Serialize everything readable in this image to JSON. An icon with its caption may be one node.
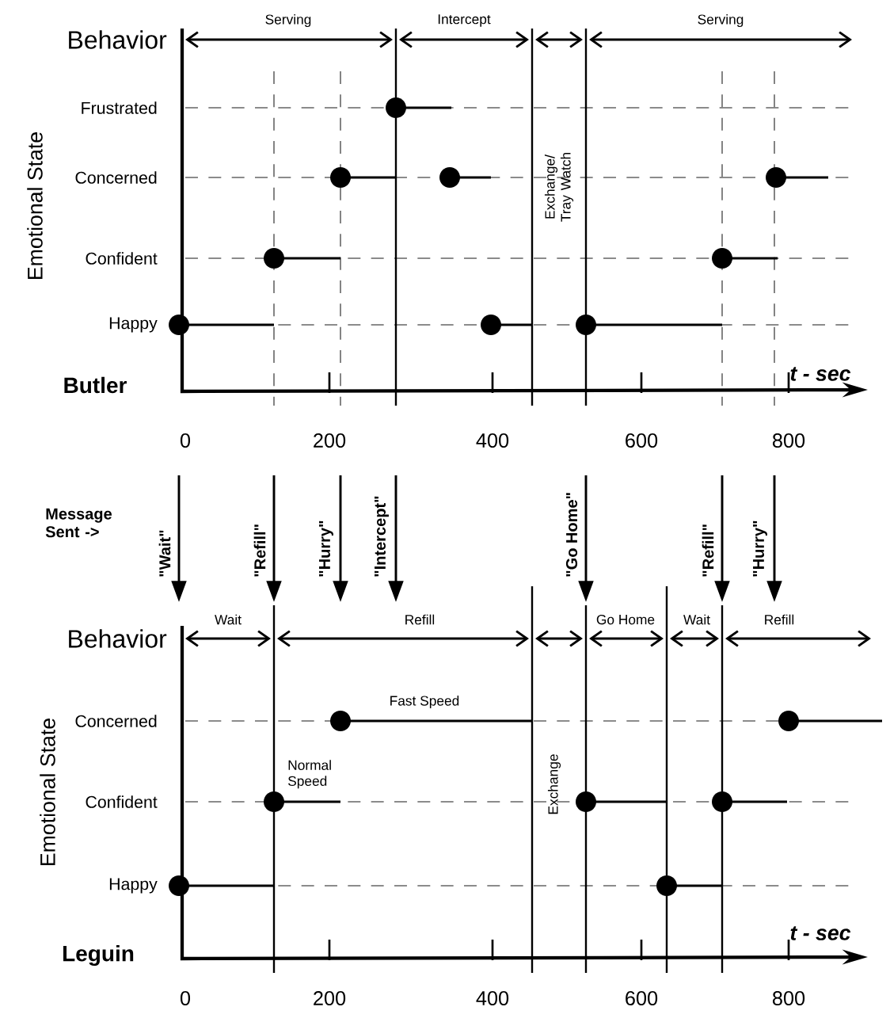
{
  "diagram": {
    "labels": [
      "Serving",
      "Intercept",
      "Serving",
      "Behavior",
      "Frustrated",
      "Concerned",
      "Exchange/ Tray Watch",
      "Emotional State",
      "Confident",
      "Happy",
      "Butler",
      "t - sec",
      "0",
      "200",
      "400",
      "600",
      "800",
      "Message Sent ->",
      "\"Wait\"",
      "\"Refill\"",
      "\"Hurry\"",
      "\"Intercept\"",
      "\"Go Home\"",
      "\"Refill\"",
      "\"Hurry\"",
      "Wait",
      "Refill",
      "Go Home",
      "Wait",
      "Refill",
      "Behavior",
      "Fast Speed",
      "Concerned",
      "Emotional State",
      "Normal Speed",
      "Exchange",
      "Confident",
      "Happy",
      "t - sec",
      "Leguin",
      "0",
      "200",
      "400",
      "600",
      "800"
    ]
  }
}
